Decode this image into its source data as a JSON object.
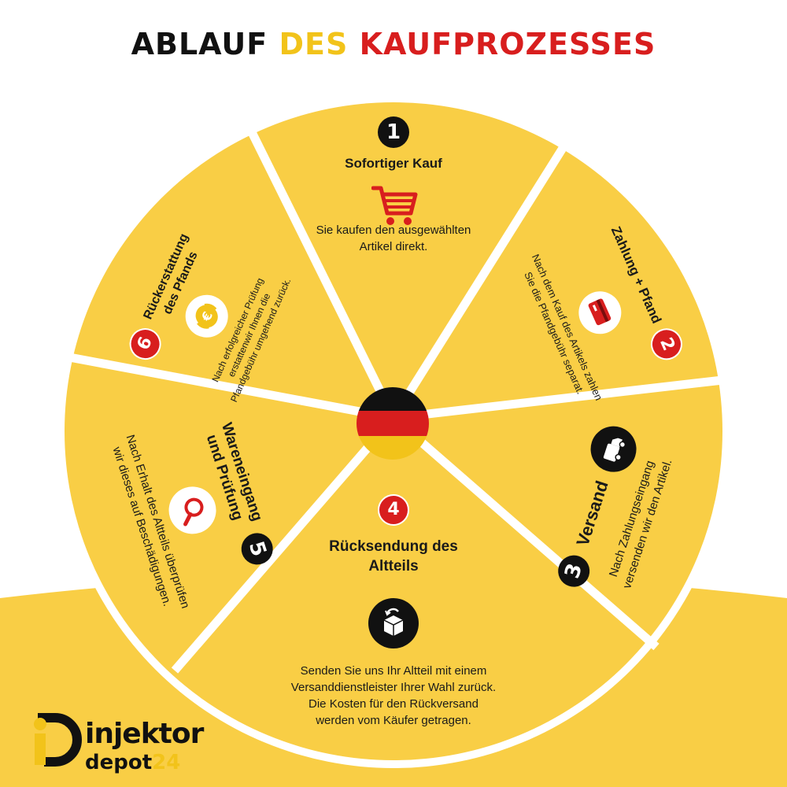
{
  "title": {
    "part1": "ABLAUF",
    "part2": "DES",
    "part3": "KAUFPROZESSES"
  },
  "colors": {
    "yellow": "#f9ce45",
    "accent_yellow": "#f2c31a",
    "red": "#d81e1e",
    "black": "#111111"
  },
  "steps": [
    {
      "num": "1",
      "title": "Sofortiger Kauf",
      "desc_line1": "Sie kaufen den ausgewählten",
      "desc_line2": "Artikel direkt.",
      "icon": "shopping-cart-icon"
    },
    {
      "num": "2",
      "title": "Zahlung + Pfand",
      "desc_line1": "Nach dem Kauf des Artikels zahlen",
      "desc_line2": "Sie die Pfandgebühr separat.",
      "icon": "credit-card-icon"
    },
    {
      "num": "3",
      "title": "Versand",
      "desc_line1": "Nach Zahlungseingang",
      "desc_line2": "versenden wir den Artikel.",
      "icon": "delivery-van-icon"
    },
    {
      "num": "4",
      "title_line1": "Rücksendung des",
      "title_line2": "Altteils",
      "desc_line1": "Senden Sie uns Ihr Altteil mit einem",
      "desc_line2": "Versanddienstleister Ihrer Wahl zurück.",
      "desc_line3": "Die Kosten für den Rückversand",
      "desc_line4": "werden vom Käufer getragen.",
      "icon": "return-box-icon"
    },
    {
      "num": "5",
      "title_line1": "Wareneingang",
      "title_line2": "und Prüfung",
      "desc_line1": "Nach Erhalt des Altteils überprüfen",
      "desc_line2": "wir dieses auf Beschädigungen.",
      "icon": "magnifier-icon"
    },
    {
      "num": "6",
      "title_line1": "Rückerstattung",
      "title_line2": "des Pfands",
      "desc_line1": "Nach erfolgreicher Prüfung",
      "desc_line2": "erstattenwir Ihnen die",
      "desc_line3": "Pfandgebühr umgehend zurück.",
      "icon": "euro-refund-icon"
    }
  ],
  "logo": {
    "word1": "injektor",
    "word2": "depot",
    "word3": "24"
  }
}
